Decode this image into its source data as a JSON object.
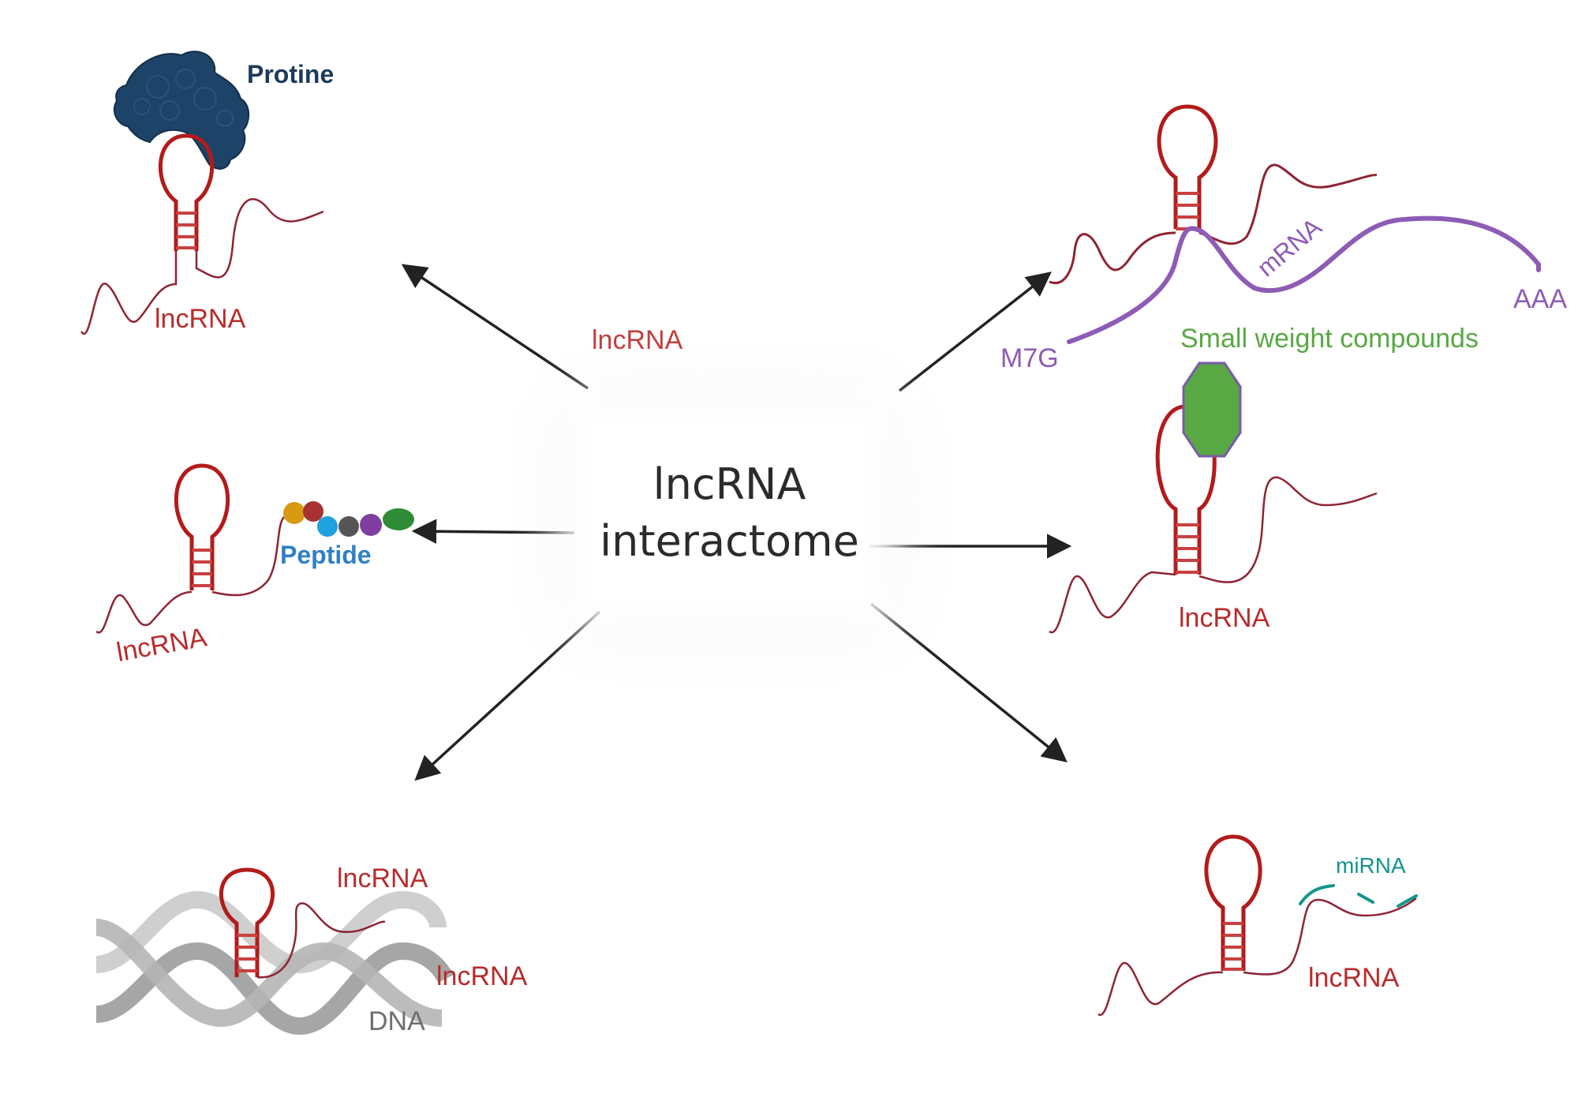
{
  "center": {
    "line1": "lncRNA",
    "line2": "interactome"
  },
  "labels": {
    "protein": "Protine",
    "lnc_top_left": "lncRNA",
    "lnc_center_top": "lncRNA",
    "peptide": "Peptide",
    "lnc_mid_left": "lncRNA",
    "lnc_bottom_left_1": "lncRNA",
    "lnc_bottom_left_2": "lncRNA",
    "dna": "DNA",
    "mrna": "mRNA",
    "m7g": "M7G",
    "aaa": "AAA",
    "small_compounds": "Small weight compounds",
    "lnc_mid_right": "lncRNA",
    "mirna": "miRNA",
    "lnc_bottom_right": "lncRNA"
  },
  "colors": {
    "rna": "#b31b1b",
    "mrna": "#8e5bb5",
    "protein": "#1d4368",
    "compound": "#58a843",
    "mirna": "#13958c",
    "dna": "#b9b9b9",
    "peptide_text": "#2f7fc6",
    "arrow": "#222222"
  }
}
